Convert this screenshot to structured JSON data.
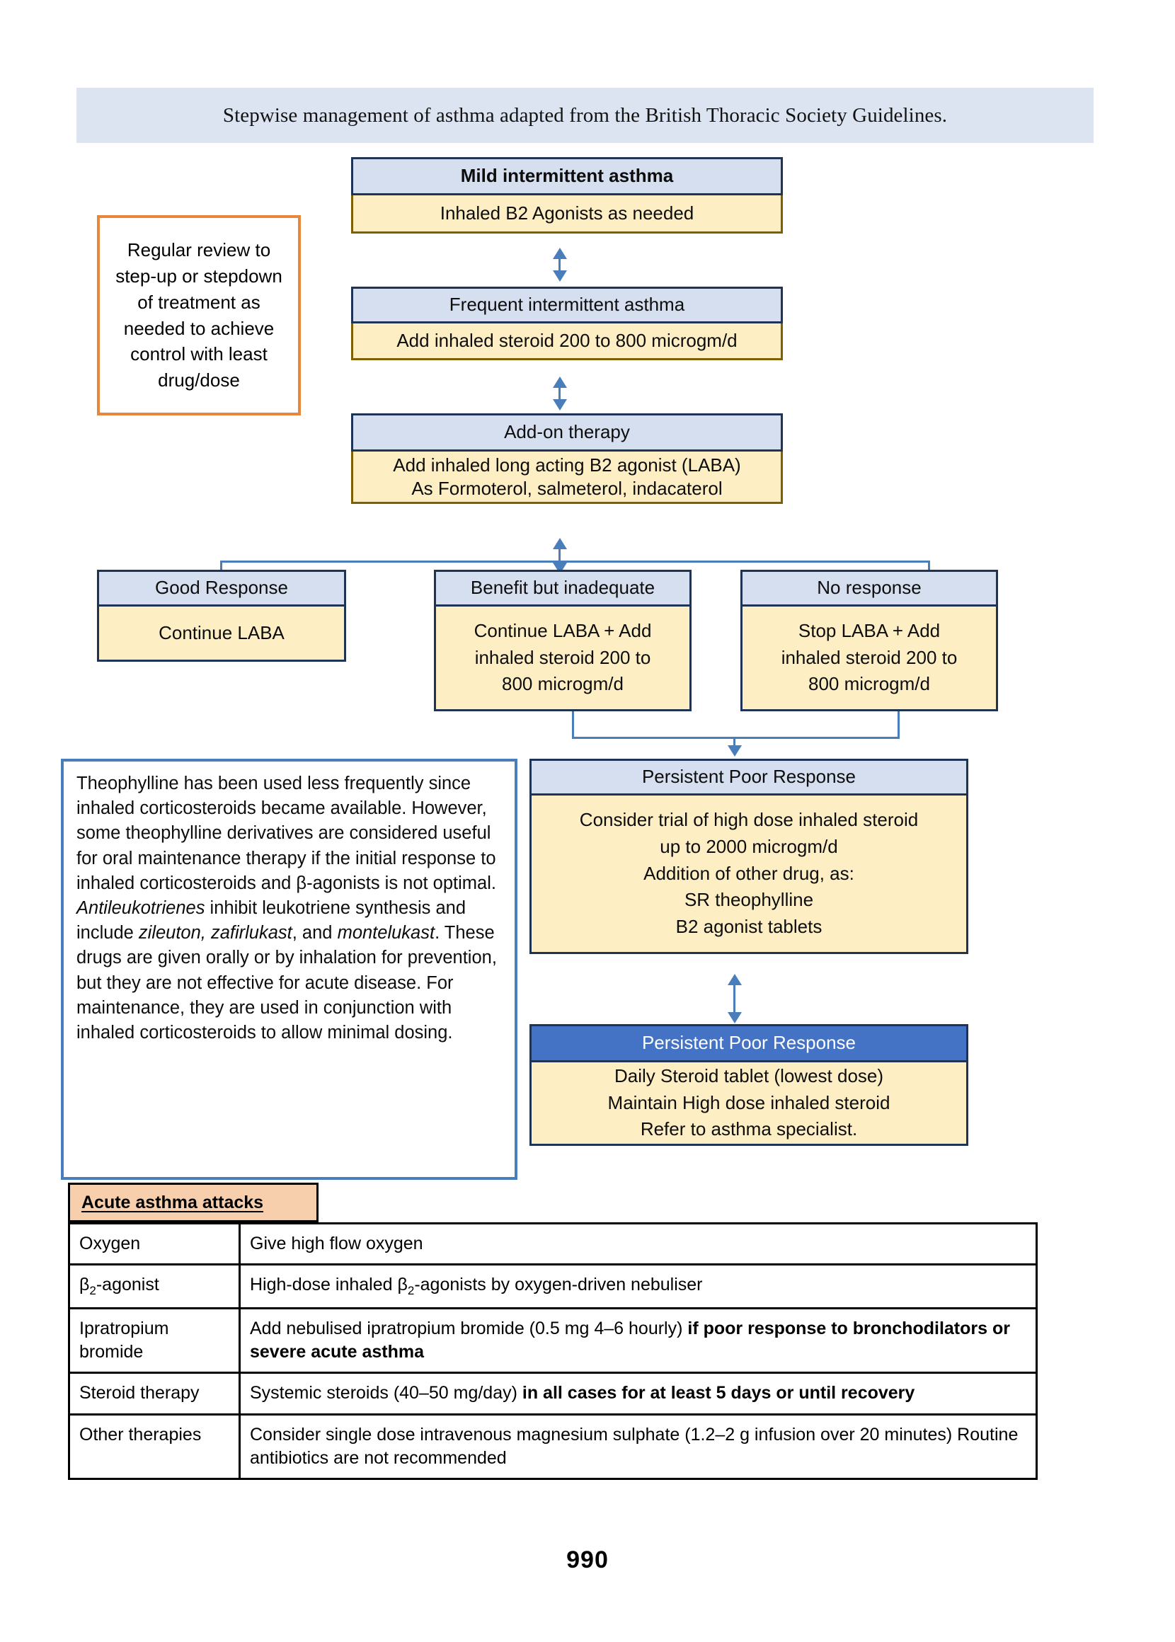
{
  "title": {
    "text": "Stepwise management of asthma adapted from the British Thoracic Society Guidelines."
  },
  "review_note": {
    "text": "Regular review to step-up or stepdown of treatment as needed to achieve control with least drug/dose"
  },
  "steps": [
    {
      "header": "Mild intermittent asthma",
      "body": "Inhaled B2 Agonists as needed"
    },
    {
      "header": "Frequent intermittent asthma",
      "body": "Add inhaled steroid 200 to 800 microgm/d"
    },
    {
      "header": "Add-on therapy",
      "body_line1": "Add inhaled long acting B2 agonist (LABA)",
      "body_line2": "As Formoterol, salmeterol, indacaterol"
    }
  ],
  "responses": [
    {
      "header": "Good Response",
      "body": "Continue LABA"
    },
    {
      "header": "Benefit but inadequate",
      "body_line1": "Continue LABA + Add",
      "body_line2": "inhaled steroid 200 to",
      "body_line3": "800 microgm/d"
    },
    {
      "header": "No response",
      "body_line1": "Stop LABA + Add",
      "body_line2": "inhaled steroid 200 to",
      "body_line3": "800 microgm/d"
    }
  ],
  "persistent": [
    {
      "header": "Persistent Poor Response",
      "lines": [
        "Consider trial of high dose inhaled steroid",
        "up to 2000 microgm/d",
        "Addition of other drug, as:",
        "SR theophylline",
        "B2 agonist tablets"
      ]
    },
    {
      "header": "Persistent Poor Response",
      "lines": [
        "Daily Steroid tablet (lowest dose)",
        "Maintain High dose inhaled steroid",
        "Refer to asthma specialist."
      ]
    }
  ],
  "theophylline_note": {
    "para1_a": "Theophylline has been used less frequently since inhaled corticosteroids became available. However, some theophylline derivatives are considered useful for oral maintenance therapy if the initial response to inhaled corticosteroids and β-agonists is not optimal.",
    "para2_em1": "Antileukotrienes",
    "para2_a": " inhibit leukotriene synthesis and include ",
    "para2_em2": "zileuton, zafirlukast",
    "para2_b": ", and ",
    "para2_em3": "montelukast",
    "para2_c": ". These drugs are given orally or by inhalation for prevention, but they are not effective for acute disease. For maintenance, they are used in conjunction with inhaled corticosteroids to allow minimal dosing."
  },
  "acute": {
    "badge": "Acute asthma attacks",
    "rows": [
      {
        "term": "Oxygen",
        "detail_plain": "Give high flow oxygen",
        "detail_bold": ""
      },
      {
        "term_pre": "β",
        "term_sub": "2",
        "term_post": "-agonist",
        "detail_pre": "High-dose inhaled β",
        "detail_sub": "2",
        "detail_post": "-agonists by oxygen-driven nebuliser"
      },
      {
        "term": "Ipratropium bromide",
        "detail_plain": "Add nebulised ipratropium bromide (0.5 mg 4–6 hourly) ",
        "detail_bold": "if poor response to bronchodilators or severe acute asthma"
      },
      {
        "term": "Steroid therapy",
        "detail_plain": "Systemic steroids (40–50 mg/day) ",
        "detail_bold": "in all cases for at least 5 days or until recovery"
      },
      {
        "term": "Other therapies",
        "detail_plain": "Consider single dose intravenous magnesium sulphate (1.2–2 g infusion over 20 minutes) Routine antibiotics are not recommended",
        "detail_bold": ""
      }
    ]
  },
  "page_number": "990",
  "colors": {
    "banner": "#dce3f1",
    "header_fill": "#d6dff0",
    "header_border": "#1f3354",
    "body_fill": "#fdeec4",
    "body_border": "#7f6000",
    "accent_blue": "#4472c4",
    "connector": "#4a7ebb",
    "orange": "#e8873b",
    "peach": "#f8cfad"
  }
}
